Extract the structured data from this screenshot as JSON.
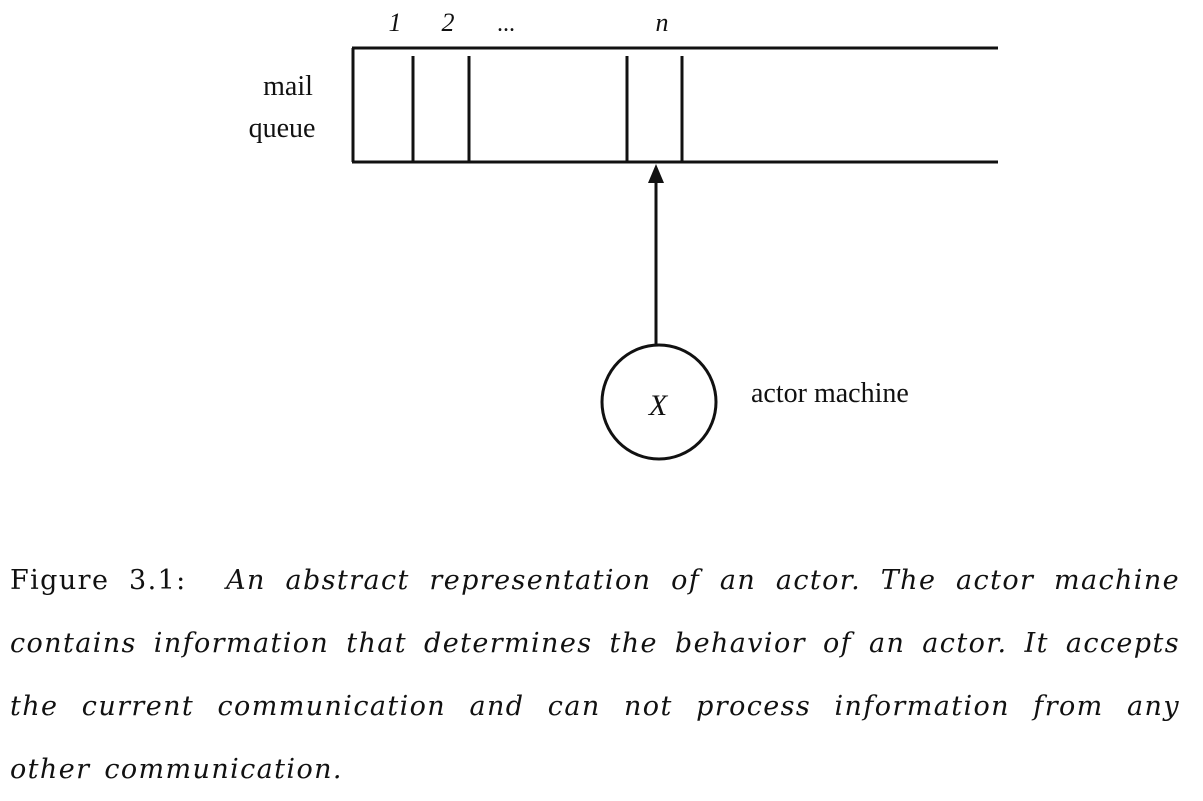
{
  "diagram": {
    "slot_labels": [
      "1",
      "2",
      "...",
      "n"
    ],
    "queue_label_line1": "mail",
    "queue_label_line2": "queue",
    "actor_symbol": "X",
    "actor_label": "actor machine"
  },
  "caption": {
    "lead": "Figure 3.1:",
    "text": "An abstract representation of an actor. The actor machine contains information that determines the behavior of an actor. It accepts the current communication and can not process information from any other communication."
  }
}
